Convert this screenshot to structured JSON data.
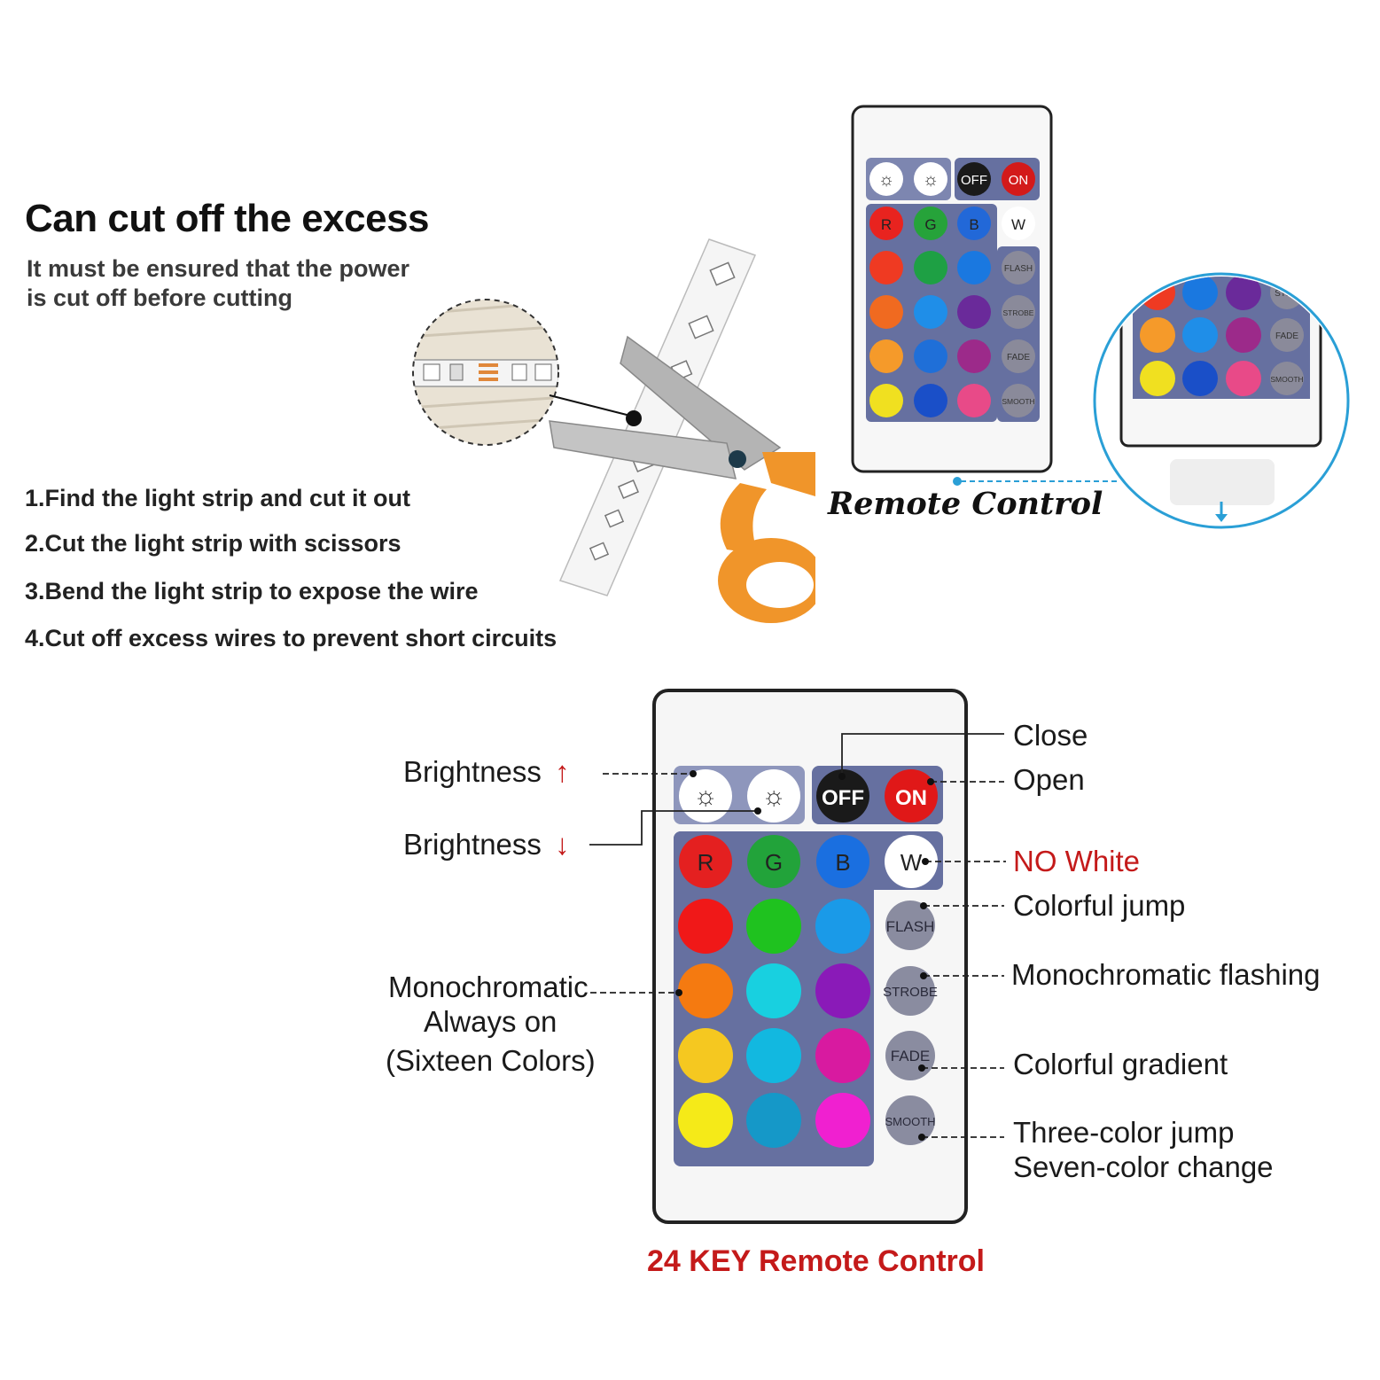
{
  "header": {
    "title": "Can cut off the excess",
    "subtitle_line1": "It must be ensured that the power",
    "subtitle_line2": "is cut off before cutting"
  },
  "steps": [
    "1.Find the light strip and cut it out",
    "2.Cut the light strip with scissors",
    "3.Bend the light strip to expose the wire",
    "4.Cut off excess wires to prevent short circuits"
  ],
  "small_remote": {
    "caption": "Remote Control"
  },
  "remote_keys": {
    "off": "OFF",
    "on": "ON",
    "r": "R",
    "g": "G",
    "b": "B",
    "w": "W",
    "flash": "FLASH",
    "strobe": "STROBE",
    "fade": "FADE",
    "smooth": "SMOOTH",
    "zoom_strobe": "STRO",
    "zoom_fade": "FADE",
    "zoom_smooth": "SMOOTH"
  },
  "callouts": {
    "brightness_up": "Brightness",
    "brightness_down": "Brightness",
    "up_arrow": "↑",
    "down_arrow": "↓",
    "close": "Close",
    "open": "Open",
    "no_white": "NO White",
    "colorful_jump": "Colorful jump",
    "mono_flashing": "Monochromatic flashing",
    "colorful_gradient": "Colorful gradient",
    "three_color_jump": "Three-color jump",
    "seven_color_change": "Seven-color change",
    "mono_line1": "Monochromatic",
    "mono_line2": "Always on",
    "mono_line3": "(Sixteen Colors)"
  },
  "footer": {
    "caption": "24 KEY Remote Control"
  },
  "colors": {
    "accent_red": "#c41a1a",
    "panel_blue": "#6670a0",
    "scissor_orange": "#f0952a",
    "zoom_ring": "#2a9fd6"
  }
}
